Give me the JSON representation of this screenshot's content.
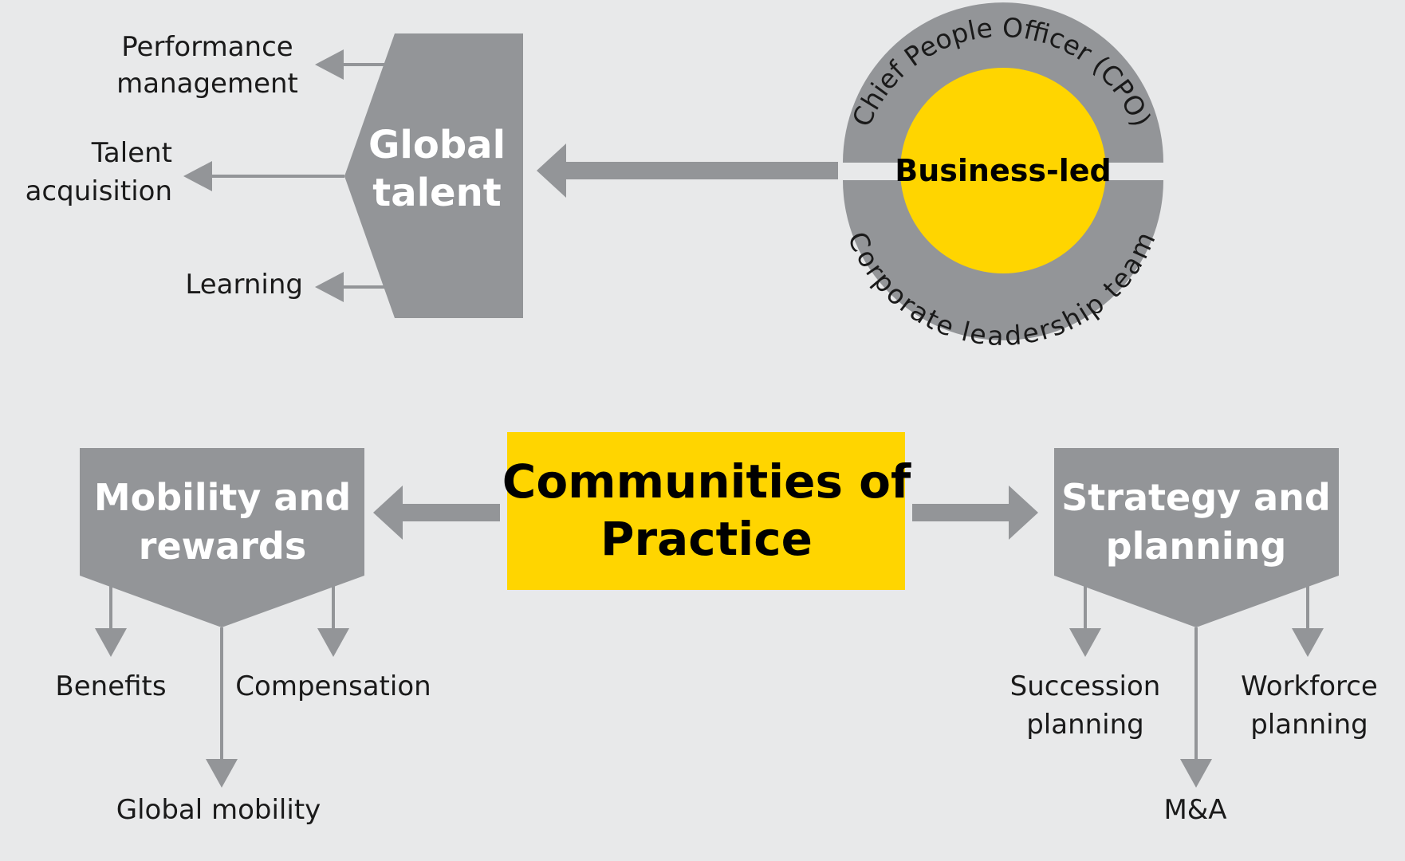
{
  "colors": {
    "background": "#e8e9ea",
    "shape_gray": "#939598",
    "accent_yellow": "#ffd500",
    "text_dark": "#1a1a1a",
    "text_light": "#ffffff"
  },
  "global_talent": {
    "title_line1": "Global",
    "title_line2": "talent",
    "outputs": {
      "performance_line1": "Performance",
      "performance_line2": "management",
      "talent_line1": "Talent",
      "talent_line2": "acquisition",
      "learning": "Learning"
    }
  },
  "business_led": {
    "center": "Business-led",
    "ring_top": "Chief People Officer (CPO)",
    "ring_bottom": "Corporate leadership team"
  },
  "communities": {
    "title_line1": "Communities of",
    "title_line2": "Practice"
  },
  "mobility_rewards": {
    "title_line1": "Mobility and",
    "title_line2": "rewards",
    "outputs": {
      "benefits": "Benefits",
      "compensation": "Compensation",
      "global_mobility": "Global mobility"
    }
  },
  "strategy_planning": {
    "title_line1": "Strategy and",
    "title_line2": "planning",
    "outputs": {
      "succession_line1": "Succession",
      "succession_line2": "planning",
      "workforce_line1": "Workforce",
      "workforce_line2": "planning",
      "ma": "M&A"
    }
  }
}
